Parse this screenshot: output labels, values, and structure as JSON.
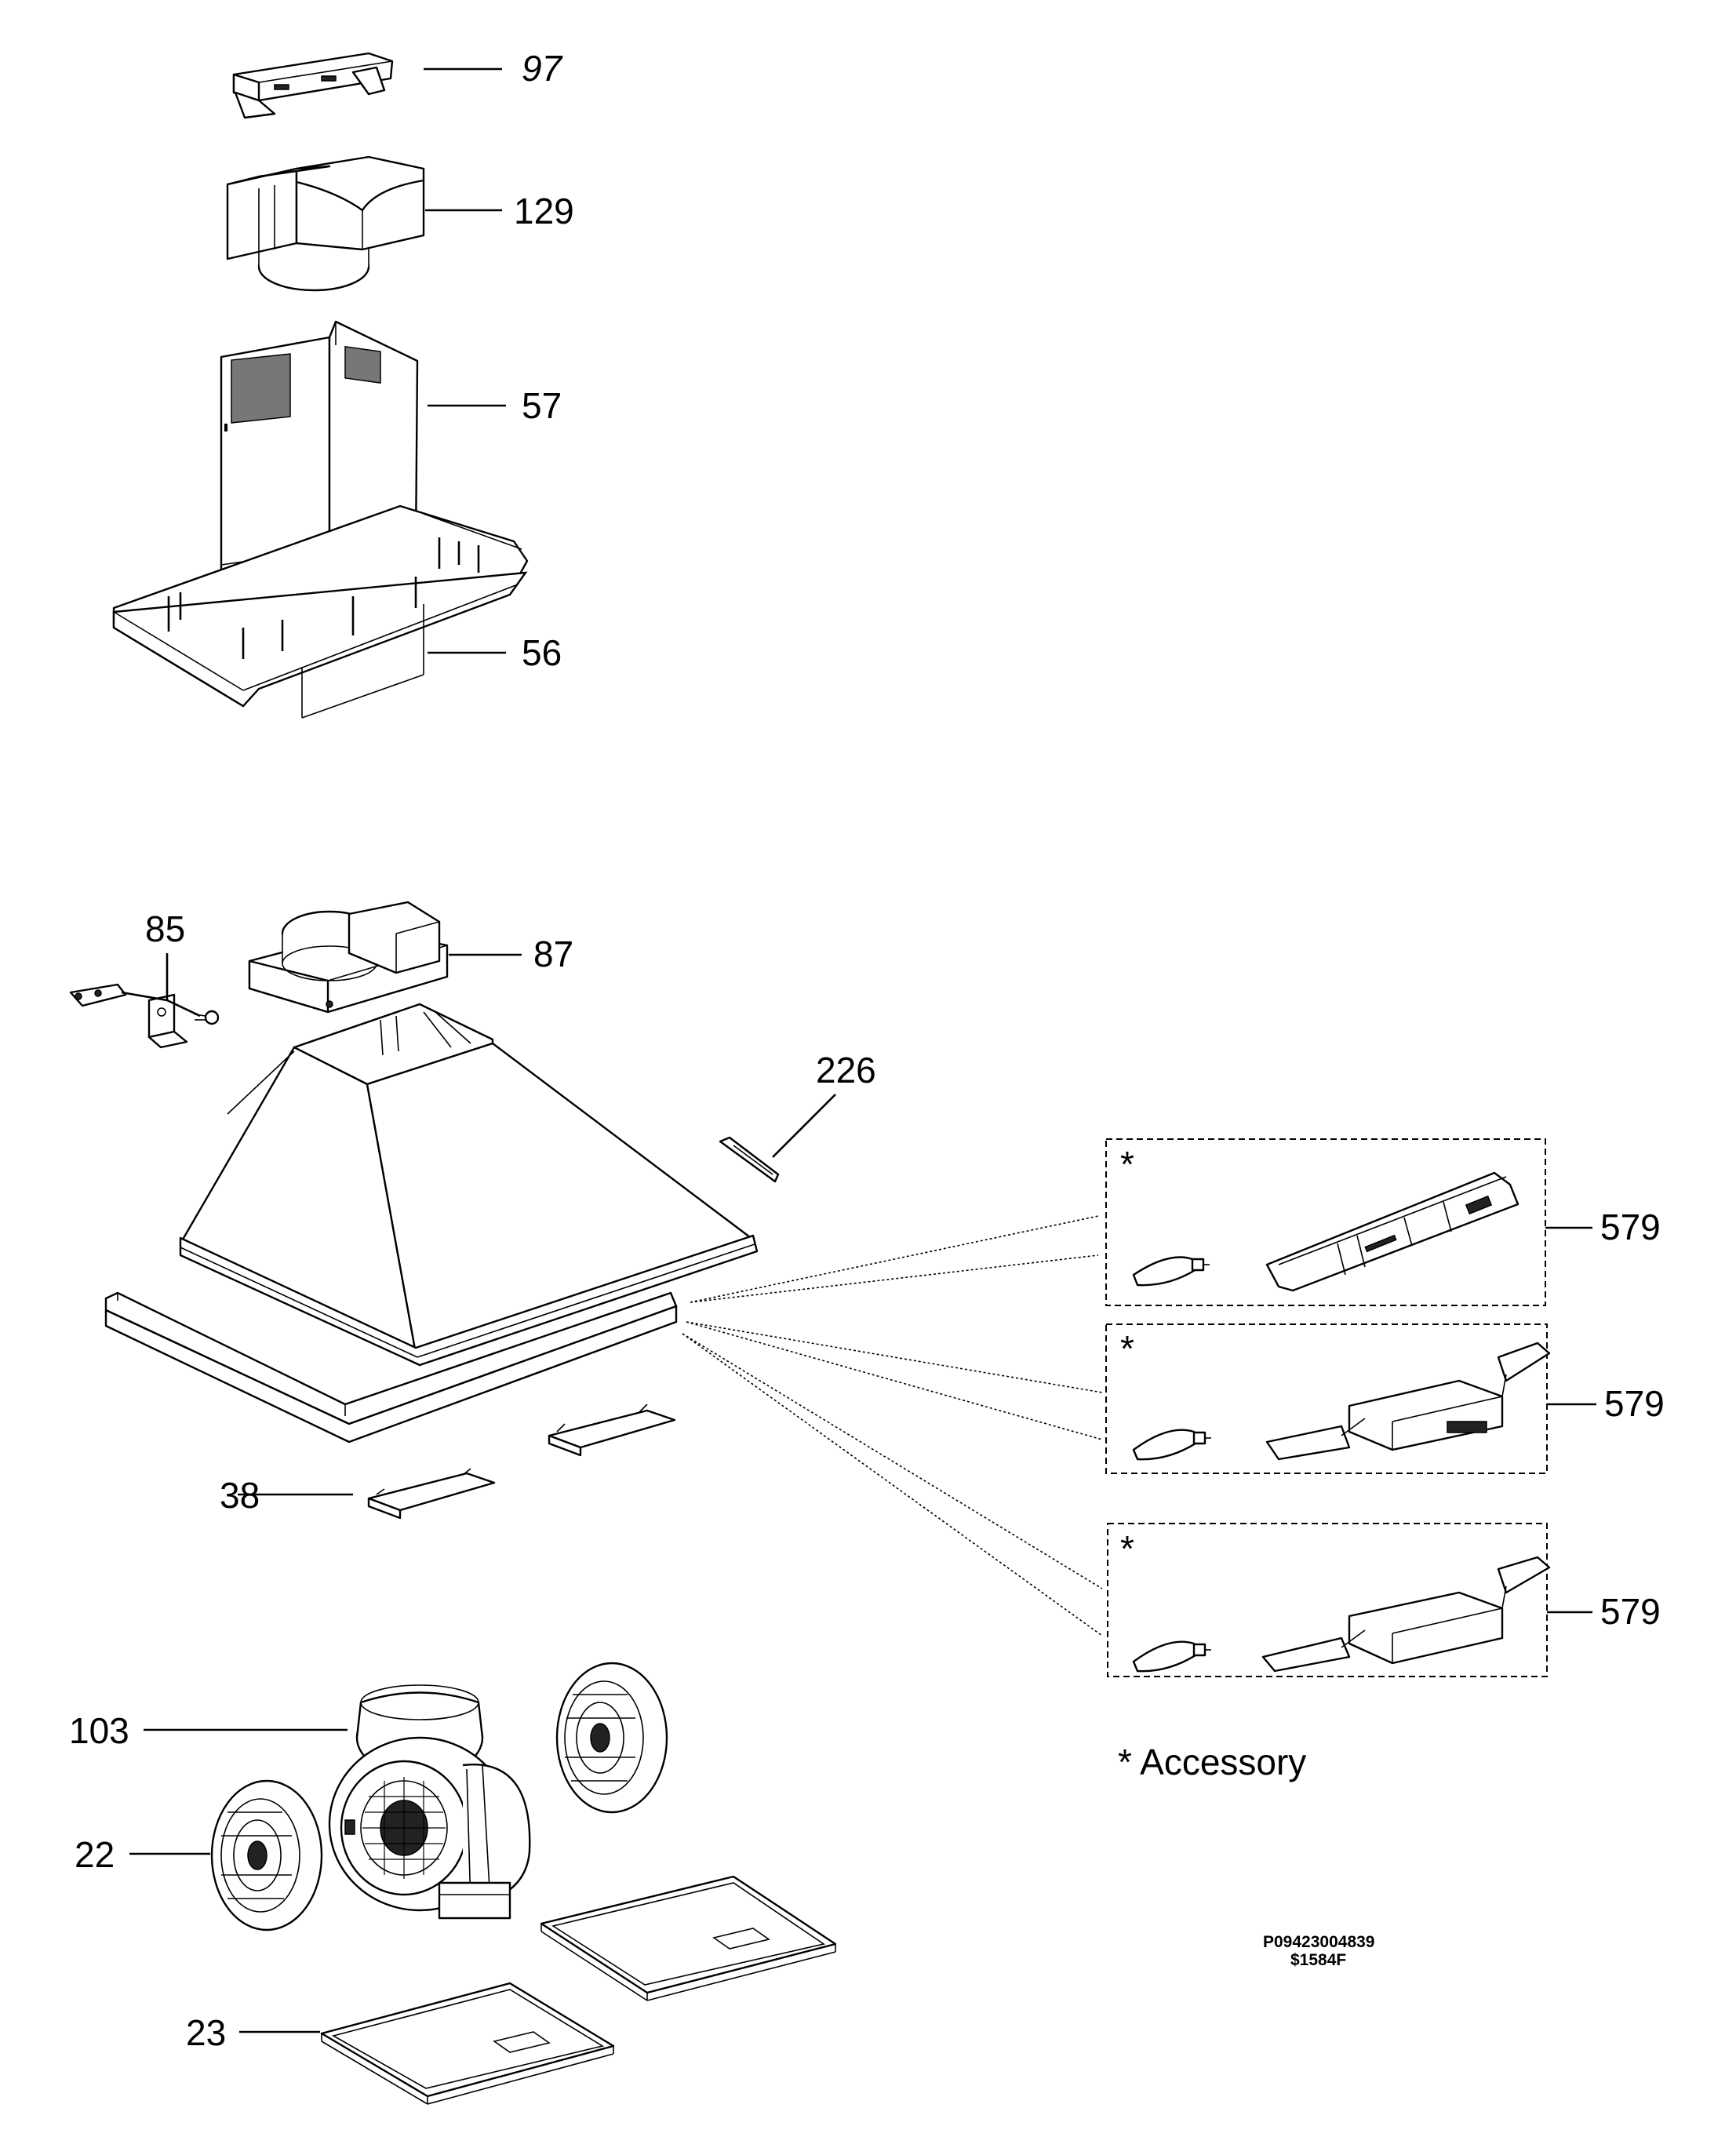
{
  "labels": {
    "p97": "97",
    "p129": "129",
    "p57": "57",
    "p56": "56",
    "p85": "85",
    "p87": "87",
    "p226": "226",
    "p579a": "579",
    "p579b": "579",
    "p579c": "579",
    "p38": "38",
    "p103": "103",
    "p22": "22",
    "p23": "23"
  },
  "accessory": {
    "marker": "*",
    "legend": "* Accessory"
  },
  "code": {
    "line1": "P09423004839",
    "line2": "$1584F"
  }
}
